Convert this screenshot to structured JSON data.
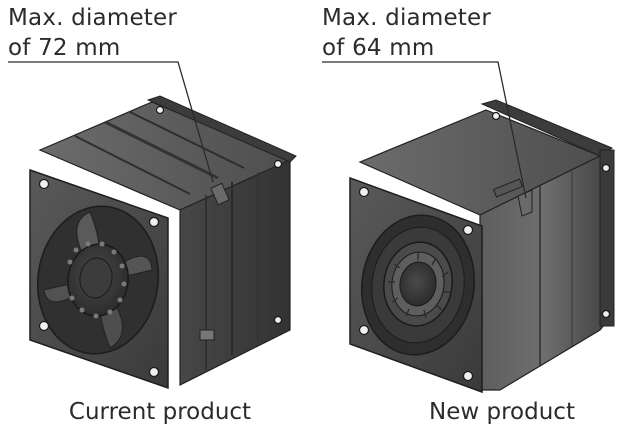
{
  "callouts": {
    "current": {
      "line1": "Max. diameter",
      "line2": "of 72 mm"
    },
    "new": {
      "line1": "Max. diameter",
      "line2": "of 64 mm"
    }
  },
  "captions": {
    "current": "Current product",
    "new": "New product"
  },
  "colors": {
    "text": "#2b2b2b",
    "fan_body": "#4a4a4a",
    "fan_dark": "#2a2a2a",
    "fan_light": "#6a6a6a"
  },
  "icons": {
    "current": "fan-current-icon",
    "new": "fan-new-icon"
  }
}
